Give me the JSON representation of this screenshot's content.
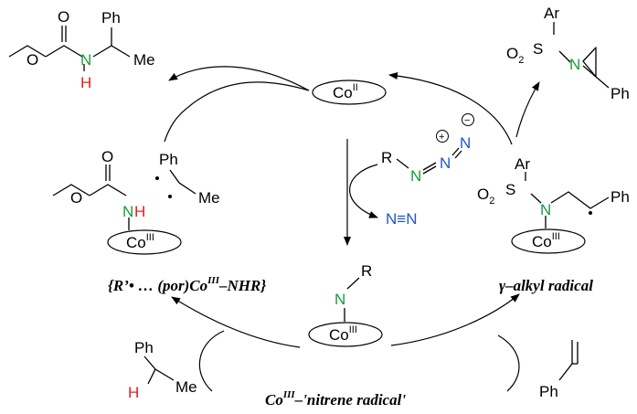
{
  "labels": {
    "ph": "Ph",
    "me": "Me",
    "o": "O",
    "n": "N",
    "h": "H",
    "r": "R",
    "s": "S",
    "ar": "Ar",
    "o2": "O",
    "o2_sub": "2",
    "co": "Co",
    "co_ii": "II",
    "co_iii": "III",
    "plus": "+",
    "minus": "−",
    "n2": "N≡N"
  },
  "captions": {
    "left_1": "{R’• … (por)Co",
    "left_sup": "III",
    "left_2": "–NHR}",
    "right": "γ–alkyl radical",
    "bottom_1": "Co",
    "bottom_sup": "III",
    "bottom_2": "–'nitrene radical'"
  },
  "colors": {
    "nitrogen": "#1a9a3a",
    "hydrogen": "#e0221d",
    "dinitrogen": "#2255c8"
  }
}
